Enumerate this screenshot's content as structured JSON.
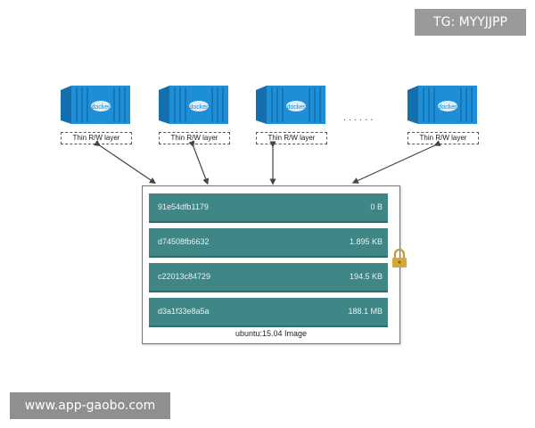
{
  "watermarks": {
    "tg": "TG: MYYJJPP",
    "site": "www.app-gaobo.com"
  },
  "containers": [
    {
      "label": "Thin R/W layer",
      "logo_text": "docker"
    },
    {
      "label": "Thin R/W layer",
      "logo_text": "docker"
    },
    {
      "label": "Thin R/W layer",
      "logo_text": "docker"
    },
    {
      "label": "Thin R/W layer",
      "logo_text": "docker"
    }
  ],
  "ellipsis": "......",
  "image": {
    "caption": "ubuntu:15.04 Image",
    "layers": [
      {
        "id": "91e54dfb1179",
        "size": "0 B"
      },
      {
        "id": "d74508fb6632",
        "size": "1.895 KB"
      },
      {
        "id": "c22013c84729",
        "size": "194.5 KB"
      },
      {
        "id": "d3a1f33e8a5a",
        "size": "188.1 MB"
      }
    ]
  },
  "icons": {
    "lock": "lock-icon",
    "container": "docker-container-icon"
  },
  "colors": {
    "container_blue": "#1e8fd6",
    "layer_teal": "#3f8686",
    "lock_gold": "#d4a93a"
  }
}
